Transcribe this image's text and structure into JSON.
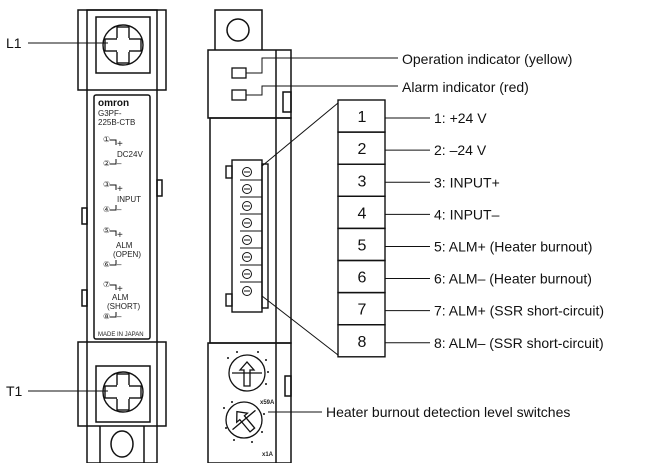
{
  "labels": {
    "terminal_l1": "L1",
    "terminal_t1": "T1",
    "operation_indicator": "Operation indicator (yellow)",
    "alarm_indicator": "Alarm indicator (red)",
    "heater_switches": "Heater burnout detection level switches"
  },
  "front_panel": {
    "brand": "omron",
    "model_line1": "G3PF-",
    "model_line2": "225B-CTB",
    "dc24v": "DC24V",
    "input": "INPUT",
    "alm": "ALM",
    "open": "(OPEN)",
    "alm2": "ALM",
    "short": "(SHORT)",
    "made_in": "MADE IN JAPAN",
    "plus": "+",
    "minus": "–",
    "circ1": "①",
    "circ2": "②",
    "circ3": "③",
    "circ4": "④",
    "circ5": "⑤",
    "circ6": "⑥",
    "circ7": "⑦",
    "circ8": "⑧"
  },
  "switches": {
    "range_upper": "x59A",
    "range_lower": "x1A"
  },
  "terminals": [
    {
      "number": "1",
      "label": "1: +24 V"
    },
    {
      "number": "2",
      "label": "2: –24 V"
    },
    {
      "number": "3",
      "label": "3: INPUT+"
    },
    {
      "number": "4",
      "label": "4: INPUT–"
    },
    {
      "number": "5",
      "label": "5: ALM+ (Heater burnout)"
    },
    {
      "number": "6",
      "label": "6: ALM– (Heater burnout)"
    },
    {
      "number": "7",
      "label": "7: ALM+ (SSR short-circuit)"
    },
    {
      "number": "8",
      "label": "8: ALM– (SSR short-circuit)"
    }
  ]
}
